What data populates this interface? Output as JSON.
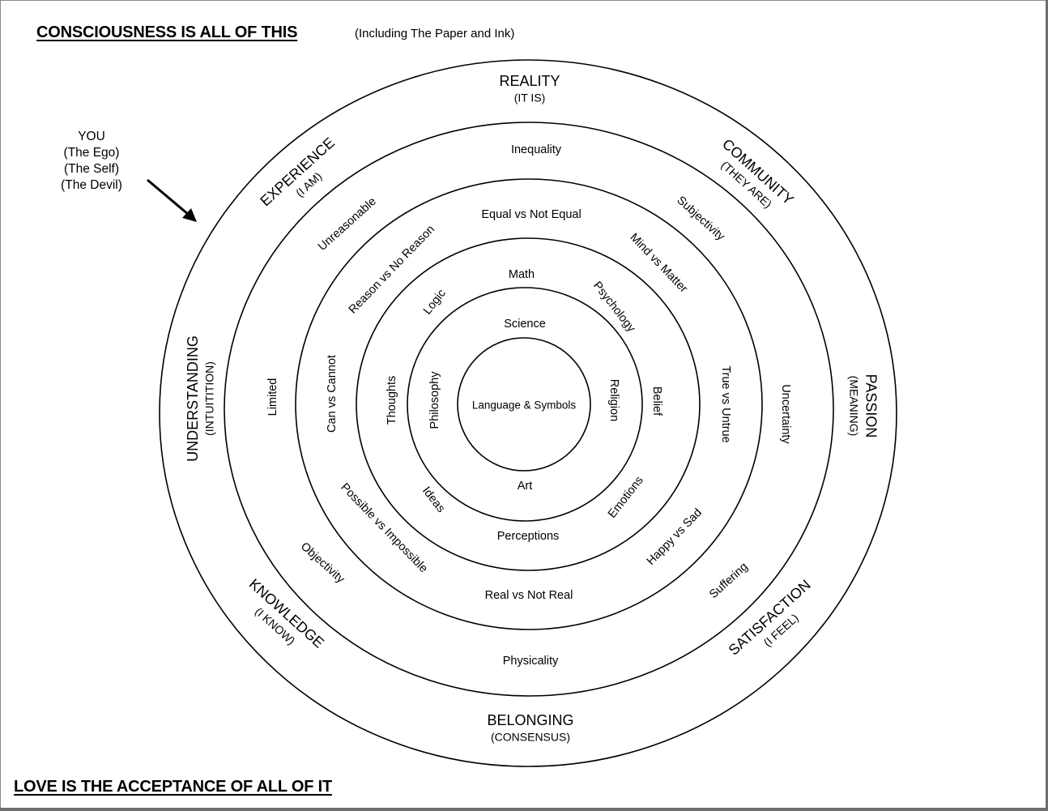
{
  "header": {
    "title": "CONSCIOUSNESS IS ALL OF THIS",
    "subtitle": "(Including The Paper and Ink)"
  },
  "footer": {
    "text": "LOVE IS THE ACCEPTANCE OF ALL OF IT"
  },
  "you_callout": {
    "lines": [
      "YOU",
      "(The Ego)",
      "(The Self)",
      "(The Devil)"
    ],
    "arrow_icon": "arrow-down-right-icon"
  },
  "diagram": {
    "rings": [
      {
        "name": "core",
        "labels": [
          {
            "text": "Language & Symbols"
          }
        ]
      },
      {
        "name": "ring-2",
        "labels": [
          {
            "text": "Science"
          },
          {
            "text": "Religion"
          },
          {
            "text": "Art"
          },
          {
            "text": "Philosophy"
          }
        ]
      },
      {
        "name": "ring-3",
        "labels": [
          {
            "text": "Math"
          },
          {
            "text": "Psychology"
          },
          {
            "text": "Belief"
          },
          {
            "text": "Emotions"
          },
          {
            "text": "Perceptions"
          },
          {
            "text": "Ideas"
          },
          {
            "text": "Thoughts"
          },
          {
            "text": "Logic"
          }
        ]
      },
      {
        "name": "ring-4",
        "labels": [
          {
            "text": "Equal vs Not Equal"
          },
          {
            "text": "Mind vs Matter"
          },
          {
            "text": "True vs Untrue"
          },
          {
            "text": "Happy vs Sad"
          },
          {
            "text": "Real vs Not Real"
          },
          {
            "text": "Possible vs Impossible"
          },
          {
            "text": "Can vs Cannot"
          },
          {
            "text": "Reason vs No Reason"
          }
        ]
      },
      {
        "name": "ring-5",
        "labels": [
          {
            "text": "Inequality"
          },
          {
            "text": "Subjectivity"
          },
          {
            "text": "Uncertainty"
          },
          {
            "text": "Suffering"
          },
          {
            "text": "Physicality"
          },
          {
            "text": "Objectivity"
          },
          {
            "text": "Limited"
          },
          {
            "text": "Unreasonable"
          }
        ]
      },
      {
        "name": "ring-6",
        "labels": [
          {
            "text": "REALITY",
            "sub": "(IT IS)"
          },
          {
            "text": "COMMUNITY",
            "sub": "(THEY ARE)"
          },
          {
            "text": "PASSION",
            "sub": "(MEANING)"
          },
          {
            "text": "SATISFACTION",
            "sub": "(I FEEL)"
          },
          {
            "text": "BELONGING",
            "sub": "(CONSENSUS)"
          },
          {
            "text": "KNOWLEDGE",
            "sub": "(I KNOW)"
          },
          {
            "text": "UNDERSTANDING",
            "sub": "(INTUITITION)"
          },
          {
            "text": "EXPERIENCE",
            "sub": "(I AM)"
          }
        ]
      }
    ]
  }
}
